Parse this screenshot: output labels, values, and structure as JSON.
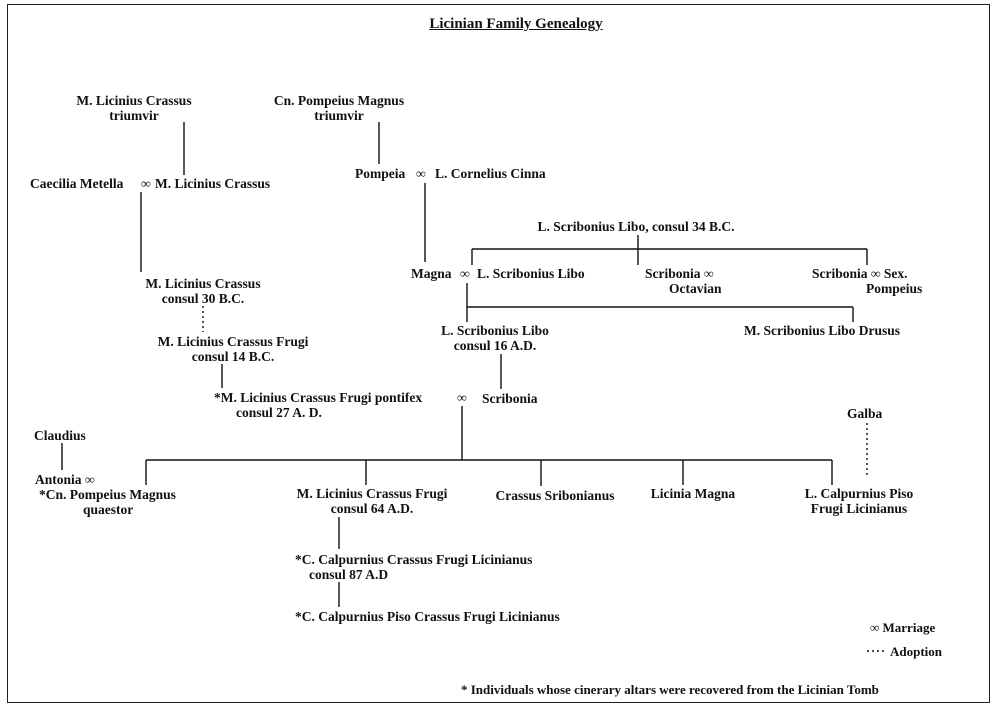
{
  "title": "Licinian Family Genealogy",
  "people": {
    "crassus_triumvir": [
      "M. Licinius Crassus",
      "triumvir"
    ],
    "pompeius_triumvir": [
      "Cn. Pompeius Magnus",
      "triumvir"
    ],
    "caecilia_metella": "Caecilia Metella",
    "marriage_symbol": "∞",
    "crassus_son": "M. Licinius Crassus",
    "pompeia": "Pompeia",
    "cornelius_cinna": "L. Cornelius Cinna",
    "scribonius_libo_34": "L. Scribonius Libo, consul 34 B.C.",
    "magna": "Magna",
    "scribonius_libo": "L. Scribonius Libo",
    "scribonia_octavian": [
      "Scribonia ∞",
      "Octavian"
    ],
    "scribonia_sex": [
      "Scribonia ∞ Sex.",
      "Pompeius"
    ],
    "crassus_30": [
      "M. Licinius Crassus",
      "consul 30 B.C."
    ],
    "crassus_frugi_14": [
      "M. Licinius Crassus Frugi",
      "consul 14 B.C."
    ],
    "libo_16": [
      "L. Scribonius Libo",
      "consul 16 A.D."
    ],
    "libo_drusus": "M. Scribonius Libo Drusus",
    "frugi_pontifex": [
      "*M. Licinius Crassus Frugi pontifex",
      "consul 27 A. D."
    ],
    "scribonia_wife": "Scribonia",
    "claudius": "Claudius",
    "galba": "Galba",
    "antonia": "Antonia ∞",
    "pompeius_quaestor": [
      "*Cn. Pompeius Magnus",
      "quaestor"
    ],
    "frugi_64": [
      "M. Licinius Crassus Frugi",
      "consul 64 A.D."
    ],
    "crassus_scribonianus": "Crassus Sribonianus",
    "licinia_magna": "Licinia Magna",
    "piso_licinianus": [
      "L. Calpurnius Piso",
      "Frugi Licinianus"
    ],
    "frugi_licinianus_87": [
      "*C. Calpurnius Crassus Frugi Licinianus",
      "consul 87 A.D"
    ],
    "piso_crassus": "*C. Calpurnius Piso Crassus Frugi Licinianus"
  },
  "legend": {
    "marriage": "∞ Marriage",
    "adoption": "Adoption",
    "footnote": "* Individuals whose cinerary altars were recovered from the Licinian Tomb"
  },
  "colors": {
    "ink": "#111111",
    "background": "#ffffff"
  }
}
